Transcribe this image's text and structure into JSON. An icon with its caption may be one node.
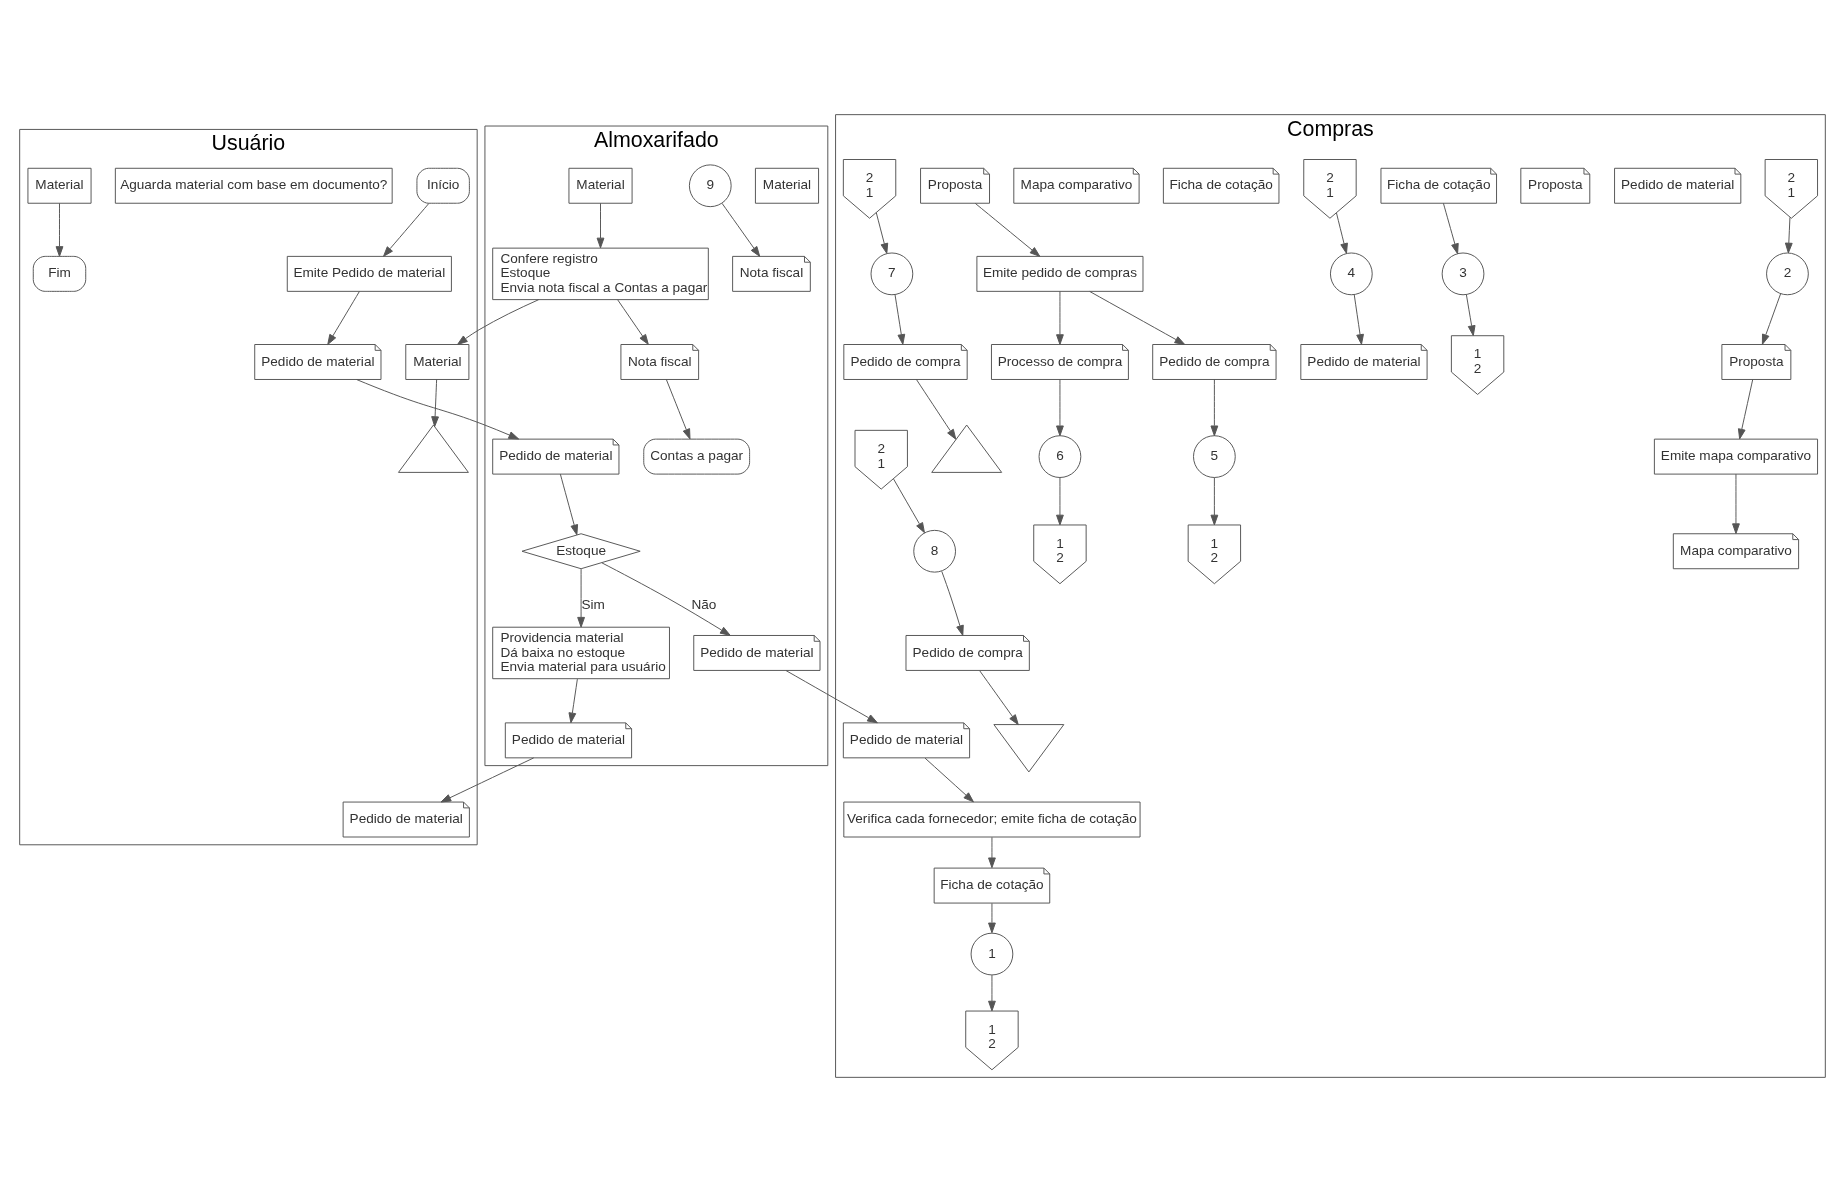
{
  "diagram": {
    "nodes": [
      {
        "text": [
          "Usuário"
        ]
      },
      {
        "text": [
          "Almoxarifado"
        ]
      },
      {
        "text": [
          "Compras"
        ]
      },
      {
        "text": [
          "Início"
        ],
        "in": 0
      },
      {
        "text": [
          "Emite Pedido de material"
        ],
        "in": 0
      },
      {
        "text": [
          "Pedido de material"
        ],
        "in": 0
      },
      {
        "text": [
          "Aguarda material com base em documento?"
        ],
        "in": 0
      },
      {
        "text": [
          "Pedido de material"
        ],
        "in": 0
      },
      {
        "text": [
          "Material"
        ],
        "in": 0
      },
      {
        "text": [
          "Fim"
        ],
        "in": 0
      },
      {
        "text": [
          "Material"
        ],
        "in": 0
      },
      {
        "text": [],
        "shape": "triangle",
        "in": 0
      },
      {
        "text": [
          "Pedido de material"
        ],
        "in": 1
      },
      {
        "text": [
          "Estoque"
        ],
        "in": 1
      },
      {
        "text": [
          "Pedido de material"
        ],
        "in": 1
      },
      {
        "text": [
          "Providencia material",
          "Dá baixa no estoque",
          "Envia material para usuário"
        ],
        "in": 1
      },
      {
        "text": [
          "Pedido de material"
        ],
        "in": 1
      },
      {
        "text": [
          "Material"
        ],
        "in": 1
      },
      {
        "text": [
          "9"
        ],
        "in": 1
      },
      {
        "text": [
          "Nota fiscal"
        ],
        "in": 1
      },
      {
        "text": [
          "Material"
        ],
        "in": 1
      },
      {
        "text": [
          "Confere registro",
          "Estoque",
          "Envia nota fiscal a Contas a pagar"
        ],
        "in": 1
      },
      {
        "text": [
          "Nota fiscal"
        ],
        "in": 1
      },
      {
        "text": [
          "Contas a pagar"
        ],
        "in": 1
      },
      {
        "text": [
          "Pedido de material"
        ],
        "in": 2
      },
      {
        "text": [
          "Verifica cada fornecedor; emite ficha de cotação"
        ],
        "in": 2
      },
      {
        "text": [
          "Ficha de cotação"
        ],
        "in": 2
      },
      {
        "text": [
          "1"
        ],
        "in": 2
      },
      {
        "text": [
          "1",
          "2"
        ],
        "in": 2
      },
      {
        "text": [
          "2",
          "1"
        ],
        "in": 2
      },
      {
        "text": [
          "2"
        ],
        "in": 2
      },
      {
        "text": [
          "Proposta"
        ],
        "in": 2
      },
      {
        "text": [
          "Emite mapa comparativo"
        ],
        "in": 2
      },
      {
        "text": [
          "Mapa comparativo"
        ],
        "in": 2
      },
      {
        "text": [
          "Pedido de material"
        ],
        "in": 2
      },
      {
        "text": [
          "Proposta"
        ],
        "in": 2
      },
      {
        "text": [
          "Ficha de cotação"
        ],
        "in": 2
      },
      {
        "text": [
          "3"
        ],
        "in": 2
      },
      {
        "text": [
          "1",
          "2"
        ],
        "in": 2
      },
      {
        "text": [
          "2",
          "1"
        ],
        "in": 2
      },
      {
        "text": [
          "4"
        ],
        "in": 2
      },
      {
        "text": [
          "Pedido de material"
        ],
        "in": 2
      },
      {
        "text": [
          "Ficha de cotação"
        ],
        "in": 2
      },
      {
        "text": [
          "Mapa comparativo"
        ],
        "in": 2
      },
      {
        "text": [
          "Proposta"
        ],
        "in": 2
      },
      {
        "text": [
          "Emite pedido de compras"
        ],
        "in": 2
      },
      {
        "text": [
          "Processo de compra"
        ],
        "in": 2
      },
      {
        "text": [
          "6"
        ],
        "in": 2
      },
      {
        "text": [
          "1",
          "2"
        ],
        "in": 2
      },
      {
        "text": [
          "Pedido de compra"
        ],
        "in": 2
      },
      {
        "text": [
          "5"
        ],
        "in": 2
      },
      {
        "text": [
          "1",
          "2"
        ],
        "in": 2
      },
      {
        "text": [
          "2",
          "1"
        ],
        "in": 2
      },
      {
        "text": [
          "7"
        ],
        "in": 2
      },
      {
        "text": [
          "Pedido de compra"
        ],
        "in": 2
      },
      {
        "text": [],
        "shape": "triangle",
        "in": 2
      },
      {
        "text": [
          "2",
          "1"
        ],
        "in": 2
      },
      {
        "text": [
          "8"
        ],
        "in": 2
      },
      {
        "text": [
          "Pedido de compra"
        ],
        "in": 2
      },
      {
        "text": [],
        "shape": "triangle",
        "in": 2
      }
    ],
    "edges": [
      {
        "from": 3,
        "to": 4,
        "arrow": "to"
      },
      {
        "from": 4,
        "to": 5,
        "arrow": "to"
      },
      {
        "from": 5,
        "to": 12,
        "arrow": "to"
      },
      {
        "from": 8,
        "to": 9,
        "arrow": "to"
      },
      {
        "from": 10,
        "to": 11,
        "arrow": "to"
      },
      {
        "from": 12,
        "to": 13,
        "arrow": "to"
      },
      {
        "from": 13,
        "to": 14,
        "label": "Não",
        "arrow": "to"
      },
      {
        "from": 13,
        "to": 15,
        "label": "Sim",
        "arrow": "to"
      },
      {
        "from": 14,
        "to": 24,
        "arrow": "to"
      },
      {
        "from": 15,
        "to": 16,
        "arrow": "to"
      },
      {
        "from": 16,
        "to": 7,
        "arrow": "to"
      },
      {
        "from": 18,
        "to": 19,
        "arrow": "to"
      },
      {
        "from": 20,
        "to": 21,
        "arrow": "to"
      },
      {
        "from": 21,
        "to": 10,
        "arrow": "to"
      },
      {
        "from": 21,
        "to": 22,
        "arrow": "to"
      },
      {
        "from": 22,
        "to": 23,
        "arrow": "to"
      },
      {
        "from": 24,
        "to": 25,
        "arrow": "to"
      },
      {
        "from": 25,
        "to": 26,
        "arrow": "to"
      },
      {
        "from": 26,
        "to": 27,
        "arrow": "to"
      },
      {
        "from": 27,
        "to": 28,
        "arrow": "to"
      },
      {
        "from": 29,
        "to": 30,
        "arrow": "to"
      },
      {
        "from": 30,
        "to": 31,
        "arrow": "to"
      },
      {
        "from": 31,
        "to": 32,
        "arrow": "to"
      },
      {
        "from": 32,
        "to": 33,
        "arrow": "to"
      },
      {
        "from": 36,
        "to": 37,
        "arrow": "to"
      },
      {
        "from": 37,
        "to": 38,
        "arrow": "to"
      },
      {
        "from": 39,
        "to": 40,
        "arrow": "to"
      },
      {
        "from": 40,
        "to": 41,
        "arrow": "to"
      },
      {
        "from": 44,
        "to": 45,
        "arrow": "to"
      },
      {
        "from": 45,
        "to": 46,
        "arrow": "to"
      },
      {
        "from": 45,
        "to": 49,
        "arrow": "to"
      },
      {
        "from": 46,
        "to": 47,
        "arrow": "to"
      },
      {
        "from": 47,
        "to": 48,
        "arrow": "to"
      },
      {
        "from": 49,
        "to": 50,
        "arrow": "to"
      },
      {
        "from": 50,
        "to": 51,
        "arrow": "to"
      },
      {
        "from": 52,
        "to": 53,
        "arrow": "to"
      },
      {
        "from": 53,
        "to": 54,
        "arrow": "to"
      },
      {
        "from": 54,
        "to": 55,
        "arrow": "to"
      },
      {
        "from": 56,
        "to": 57,
        "arrow": "to"
      },
      {
        "from": 57,
        "to": 58,
        "arrow": "to"
      },
      {
        "from": 58,
        "to": 59,
        "arrow": "to"
      }
    ]
  }
}
